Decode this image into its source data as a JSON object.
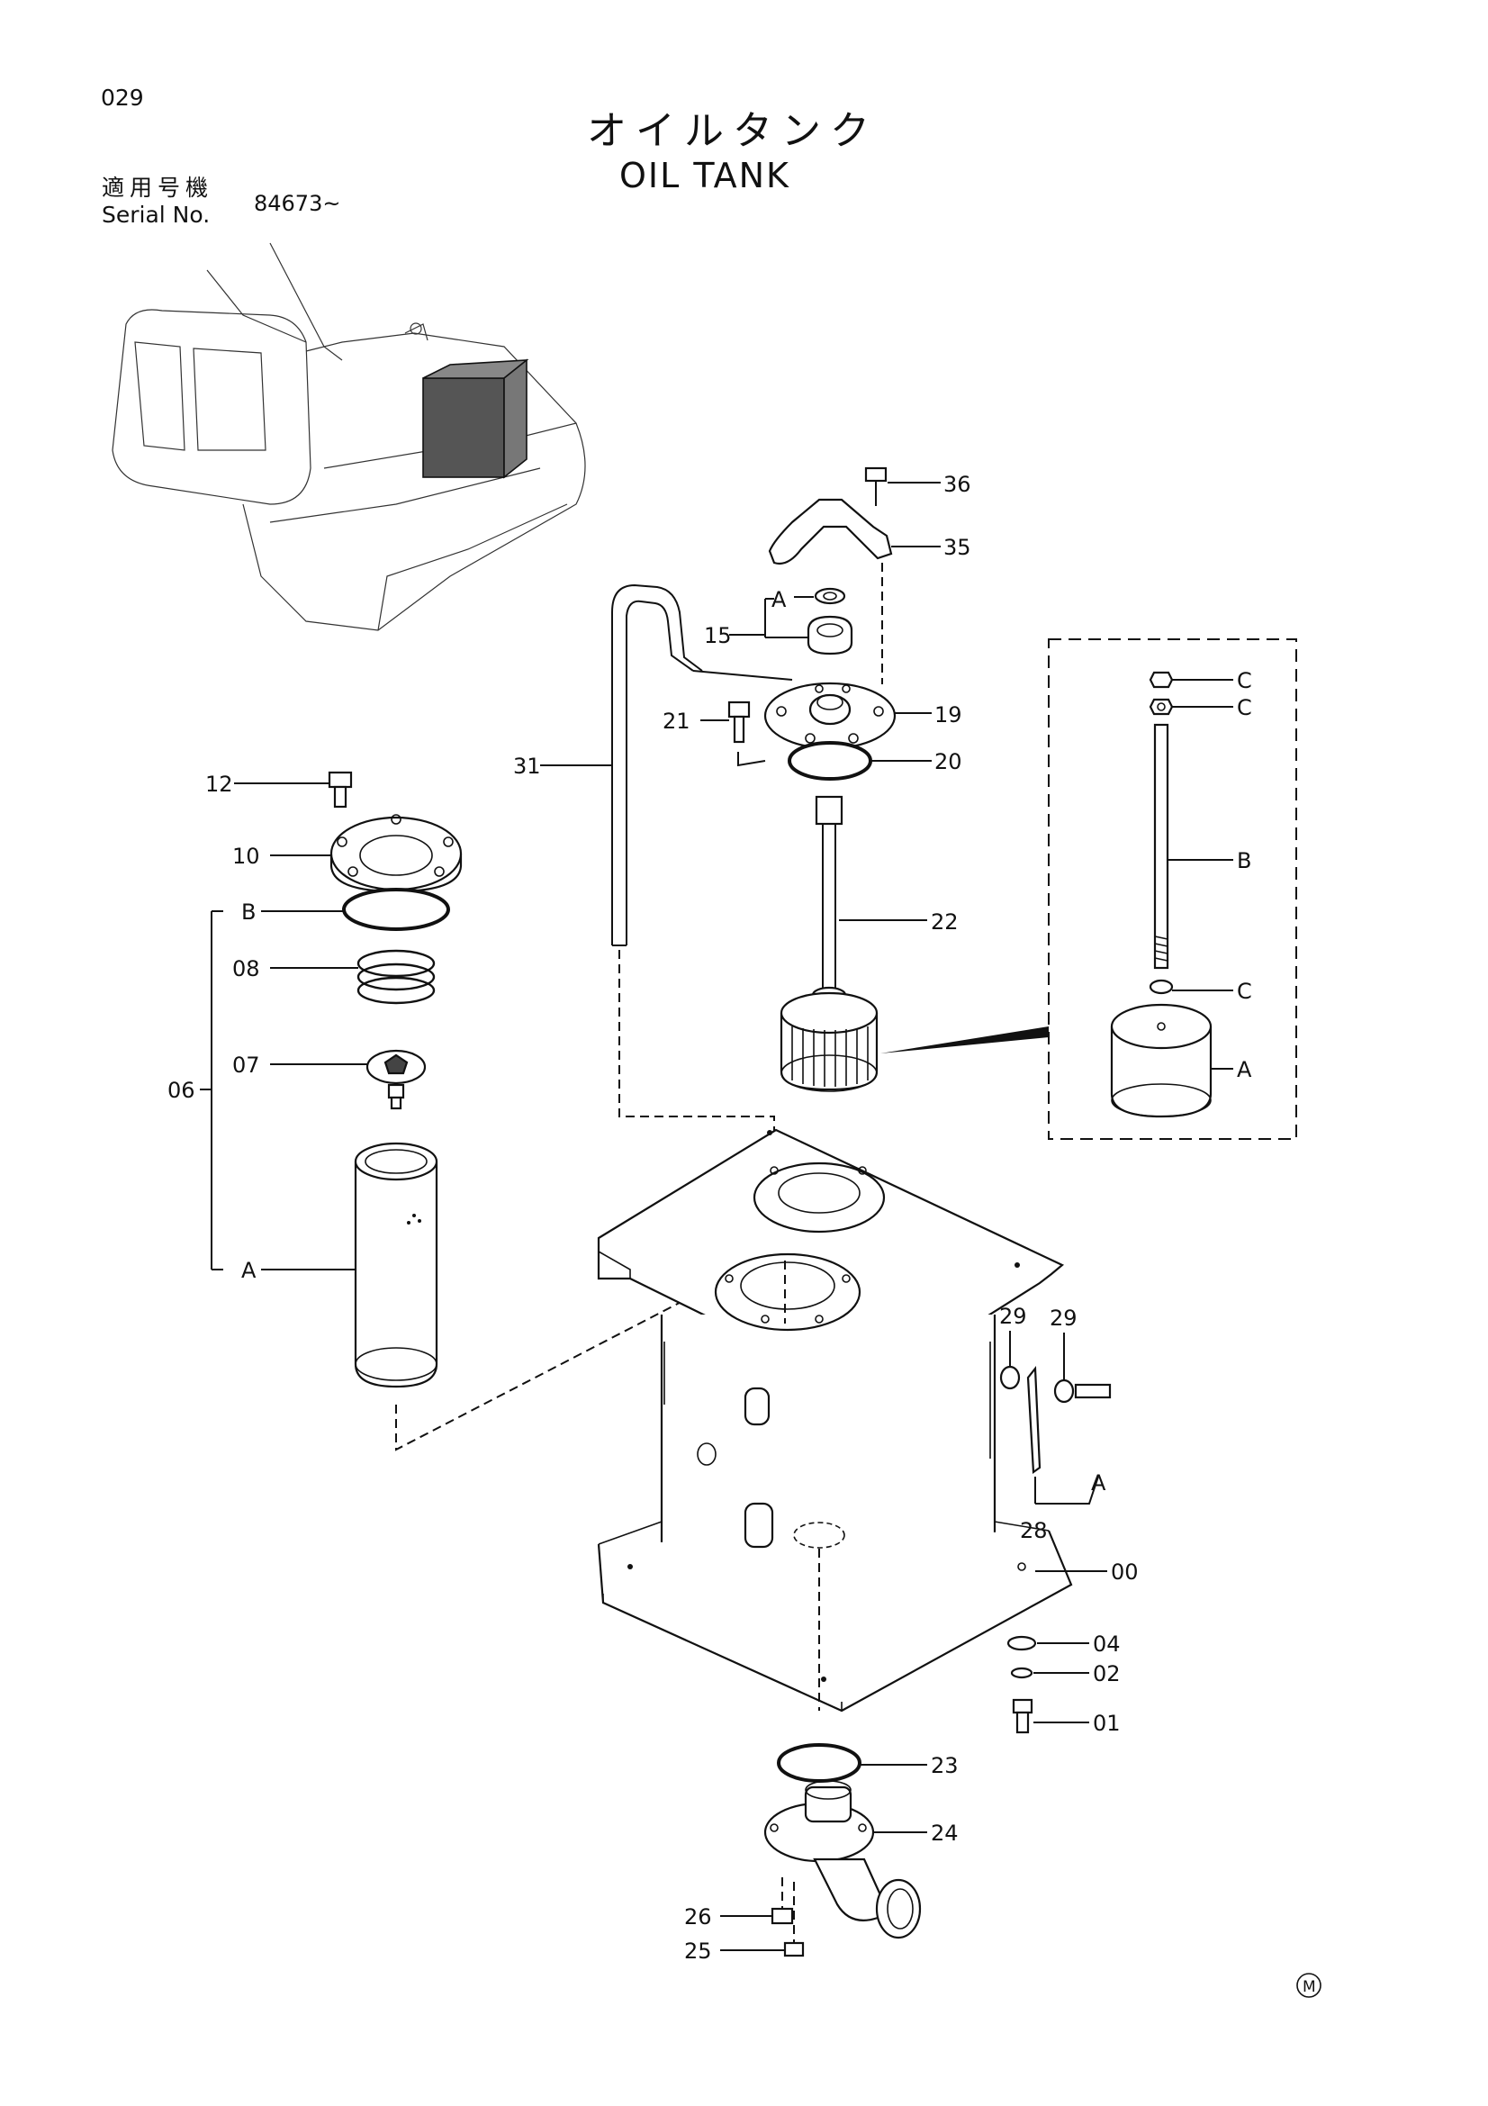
{
  "header": {
    "page_number": "029",
    "title_jp": "オイルタンク",
    "title_en": "OIL TANK",
    "serial_label_jp": "適用号機",
    "serial_label_en": "Serial No.",
    "serial_value": "84673~"
  },
  "callouts": {
    "p00": "00",
    "p01": "01",
    "p02": "02",
    "p04": "04",
    "p06": "06",
    "p07": "07",
    "p08": "08",
    "p10": "10",
    "p12": "12",
    "p15": "15",
    "p19": "19",
    "p20": "20",
    "p21": "21",
    "p22": "22",
    "p23": "23",
    "p24": "24",
    "p25": "25",
    "p26": "26",
    "p28": "28",
    "p29a": "29",
    "p29b": "29",
    "p31": "31",
    "p35": "35",
    "p36": "36",
    "refA_cap": "A",
    "refB_left": "B",
    "refA_left": "A",
    "refA_28": "A",
    "refC1": "C",
    "refC2": "C",
    "refB_inset": "B",
    "refC3": "C",
    "refA_inset": "A"
  },
  "footer": {
    "mark": "M"
  }
}
